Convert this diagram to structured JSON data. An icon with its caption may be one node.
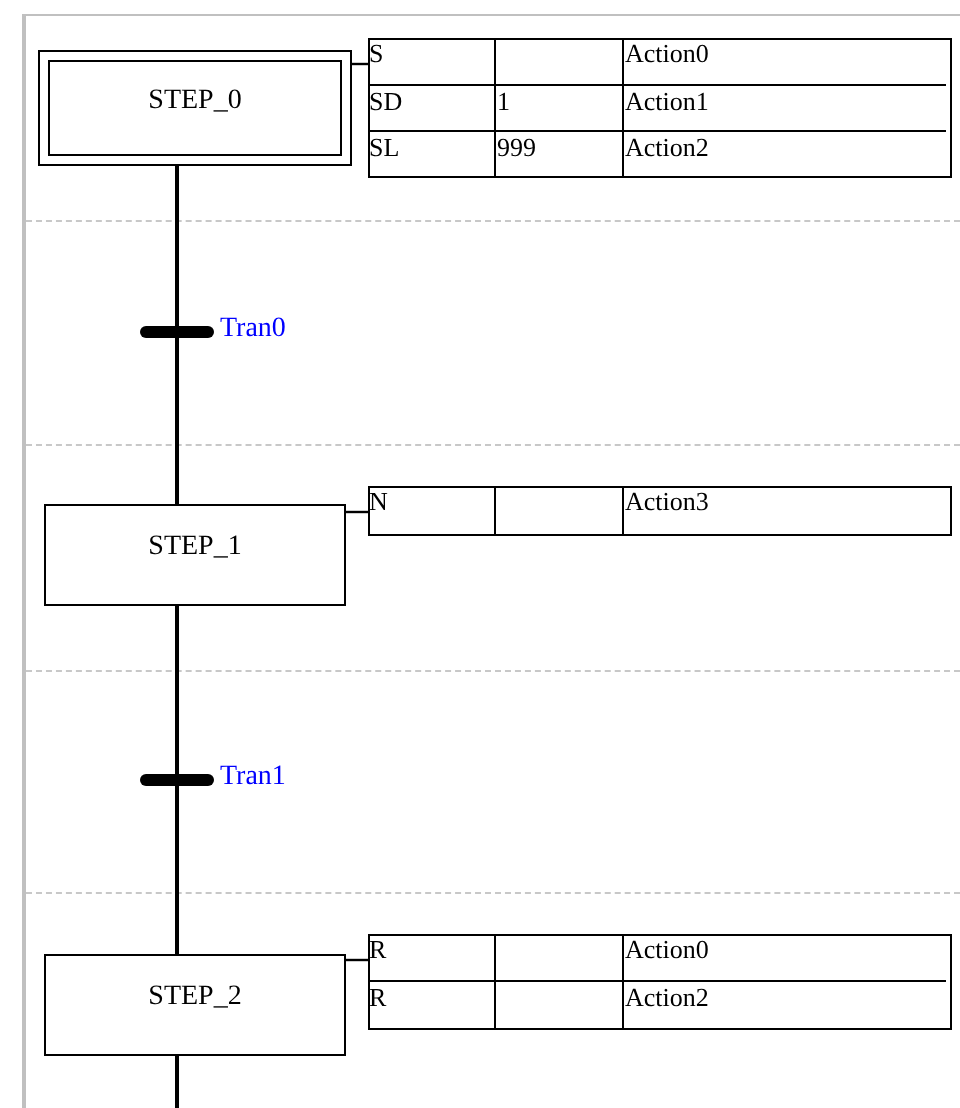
{
  "diagram": {
    "nodes": [
      {
        "text": [
          "STEP_0"
        ]
      },
      {
        "text": [],
        "shape": "box"
      },
      {
        "text": [
          "S",
          "Action0"
        ],
        "in": 1
      },
      {
        "text": [
          "SD",
          "1",
          "Action1"
        ],
        "in": 1
      },
      {
        "text": [
          "SL",
          "999",
          "Action2"
        ],
        "in": 1
      },
      {
        "text": [],
        "shape": "bar",
        "beside": [
          "Tran0"
        ]
      },
      {
        "text": [
          "STEP_1"
        ]
      },
      {
        "text": [],
        "shape": "box"
      },
      {
        "text": [
          "N",
          "Action3"
        ],
        "in": 7
      },
      {
        "text": [],
        "shape": "bar",
        "beside": [
          "Tran1"
        ]
      },
      {
        "text": [
          "STEP_2"
        ]
      },
      {
        "text": [],
        "shape": "box"
      },
      {
        "text": [
          "R",
          "Action0"
        ],
        "in": 11
      },
      {
        "text": [
          "R",
          "Action2"
        ],
        "in": 11
      }
    ],
    "edges": [
      {
        "from": 0,
        "to": 1,
        "arrow": "none"
      },
      {
        "from": 0,
        "to": 5,
        "arrow": "none"
      },
      {
        "from": 5,
        "to": 6,
        "arrow": "none"
      },
      {
        "from": 6,
        "to": 7,
        "arrow": "none"
      },
      {
        "from": 6,
        "to": 9,
        "arrow": "none"
      },
      {
        "from": 9,
        "to": 10,
        "arrow": "none"
      },
      {
        "from": 10,
        "to": 11,
        "arrow": "none"
      },
      {
        "from": 10,
        "to": null,
        "arrow": "none"
      }
    ]
  }
}
